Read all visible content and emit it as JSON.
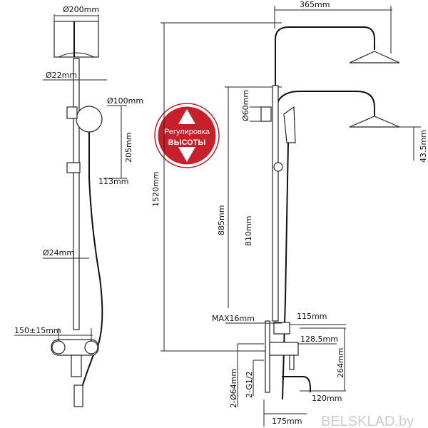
{
  "left_view": {
    "head_diameter": "Ø200mm",
    "pipe_diameter_top": "Ø22mm",
    "hand_shower_diameter": "Ø100mm",
    "holder_height": "205mm",
    "holder_offset": "113mm",
    "pipe_diameter_bottom": "Ø24mm",
    "inlet_spacing": "150±15mm"
  },
  "badge": {
    "line1": "Регулировка",
    "line2": "ВЫСОТЫ",
    "color": "#c8202a"
  },
  "right_view": {
    "arm_reach": "365mm",
    "escutcheon_diameter": "Ø60mm",
    "head_drop": "43.5mm",
    "total_height": "1520mm",
    "height_upper": "885mm",
    "height_lower": "810mm",
    "wall_max": "MAX16mm",
    "depth_diverter": "115mm",
    "depth_mixer": "128.5mm",
    "mixer_height": "264mm",
    "inlet_diameter": "2-Ø64mm",
    "inlet_thread": "2-G1/2",
    "spout_reach": "120mm",
    "total_depth": "175mm"
  },
  "watermark": "BELSKLAD.by"
}
